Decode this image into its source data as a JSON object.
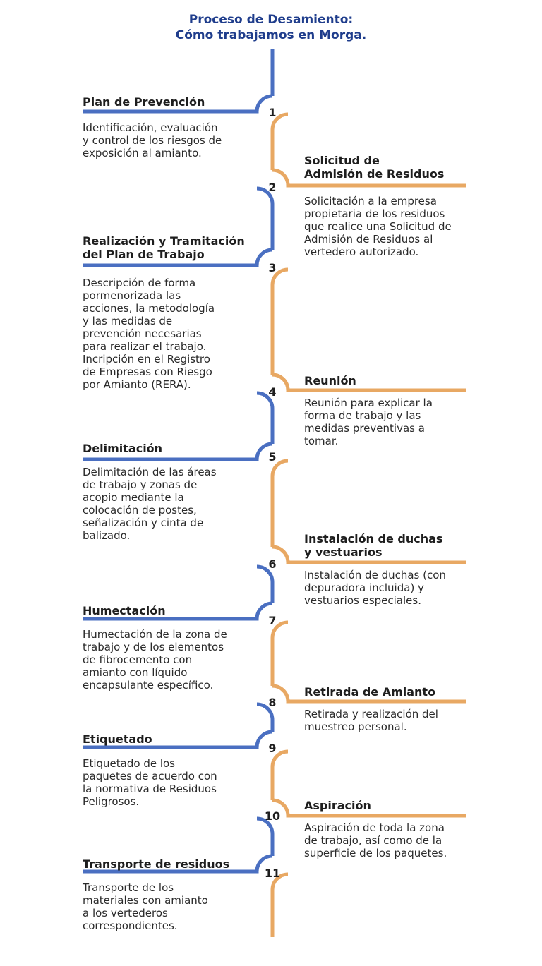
{
  "title": {
    "line1": "Proceso de Desamiento:",
    "line2": "Cómo trabajamos en Morga."
  },
  "colors": {
    "blue": "#4a6fc1",
    "orange": "#e8a863",
    "title": "#1f3d8c"
  },
  "steps": [
    {
      "number": "1",
      "side": "left",
      "heading": [
        "Plan de Prevención"
      ],
      "description": [
        "Identificación, evaluación",
        "y control de los riesgos de",
        "exposición al amianto."
      ]
    },
    {
      "number": "2",
      "side": "right",
      "heading": [
        "Solicitud de",
        "Admisión de Residuos"
      ],
      "description": [
        "Solicitación a la empresa",
        "propietaria de los residuos",
        "que realice una Solicitud de",
        "Admisión de Residuos al",
        "vertedero autorizado."
      ]
    },
    {
      "number": "3",
      "side": "left",
      "heading": [
        "Realización y Tramitación",
        "del Plan de Trabajo"
      ],
      "description": [
        "Descripción de forma",
        "pormenorizada las",
        "acciones, la metodología",
        "y las medidas de",
        "prevención necesarias",
        "para realizar el trabajo.",
        "Incripción en el Registro",
        "de Empresas con Riesgo",
        "por Amianto (RERA)."
      ]
    },
    {
      "number": "4",
      "side": "right",
      "heading": [
        "Reunión"
      ],
      "description": [
        "Reunión para explicar la",
        "forma de trabajo y las",
        "medidas preventivas a",
        "tomar."
      ]
    },
    {
      "number": "5",
      "side": "left",
      "heading": [
        "Delimitación"
      ],
      "description": [
        "Delimitación de las áreas",
        "de trabajo y zonas de",
        "acopio mediante la",
        "colocación de postes,",
        "señalización y cinta de",
        "balizado."
      ]
    },
    {
      "number": "6",
      "side": "right",
      "heading": [
        "Instalación de duchas",
        "y vestuarios"
      ],
      "description": [
        "Instalación de duchas (con",
        "depuradora incluida) y",
        "vestuarios especiales."
      ]
    },
    {
      "number": "7",
      "side": "left",
      "heading": [
        "Humectación"
      ],
      "description": [
        "Humectación de la zona de",
        "trabajo y de los elementos",
        "de fibrocemento con",
        "amianto con líquido",
        "encapsulante específico."
      ]
    },
    {
      "number": "8",
      "side": "right",
      "heading": [
        "Retirada de Amianto"
      ],
      "description": [
        "Retirada y realización del",
        "muestreo personal."
      ]
    },
    {
      "number": "9",
      "side": "left",
      "heading": [
        "Etiquetado"
      ],
      "description": [
        "Etiquetado de los",
        "paquetes de acuerdo con",
        "la normativa de Residuos",
        "Peligrosos."
      ]
    },
    {
      "number": "10",
      "side": "right",
      "heading": [
        "Aspiración"
      ],
      "description": [
        "Aspiración de toda la zona",
        "de trabajo, así como de la",
        "superficie de los paquetes."
      ]
    },
    {
      "number": "11",
      "side": "left",
      "heading": [
        "Transporte de residuos"
      ],
      "description": [
        "Transporte de los",
        "materiales con amianto",
        "a los vertederos",
        "correspondientes."
      ]
    }
  ]
}
